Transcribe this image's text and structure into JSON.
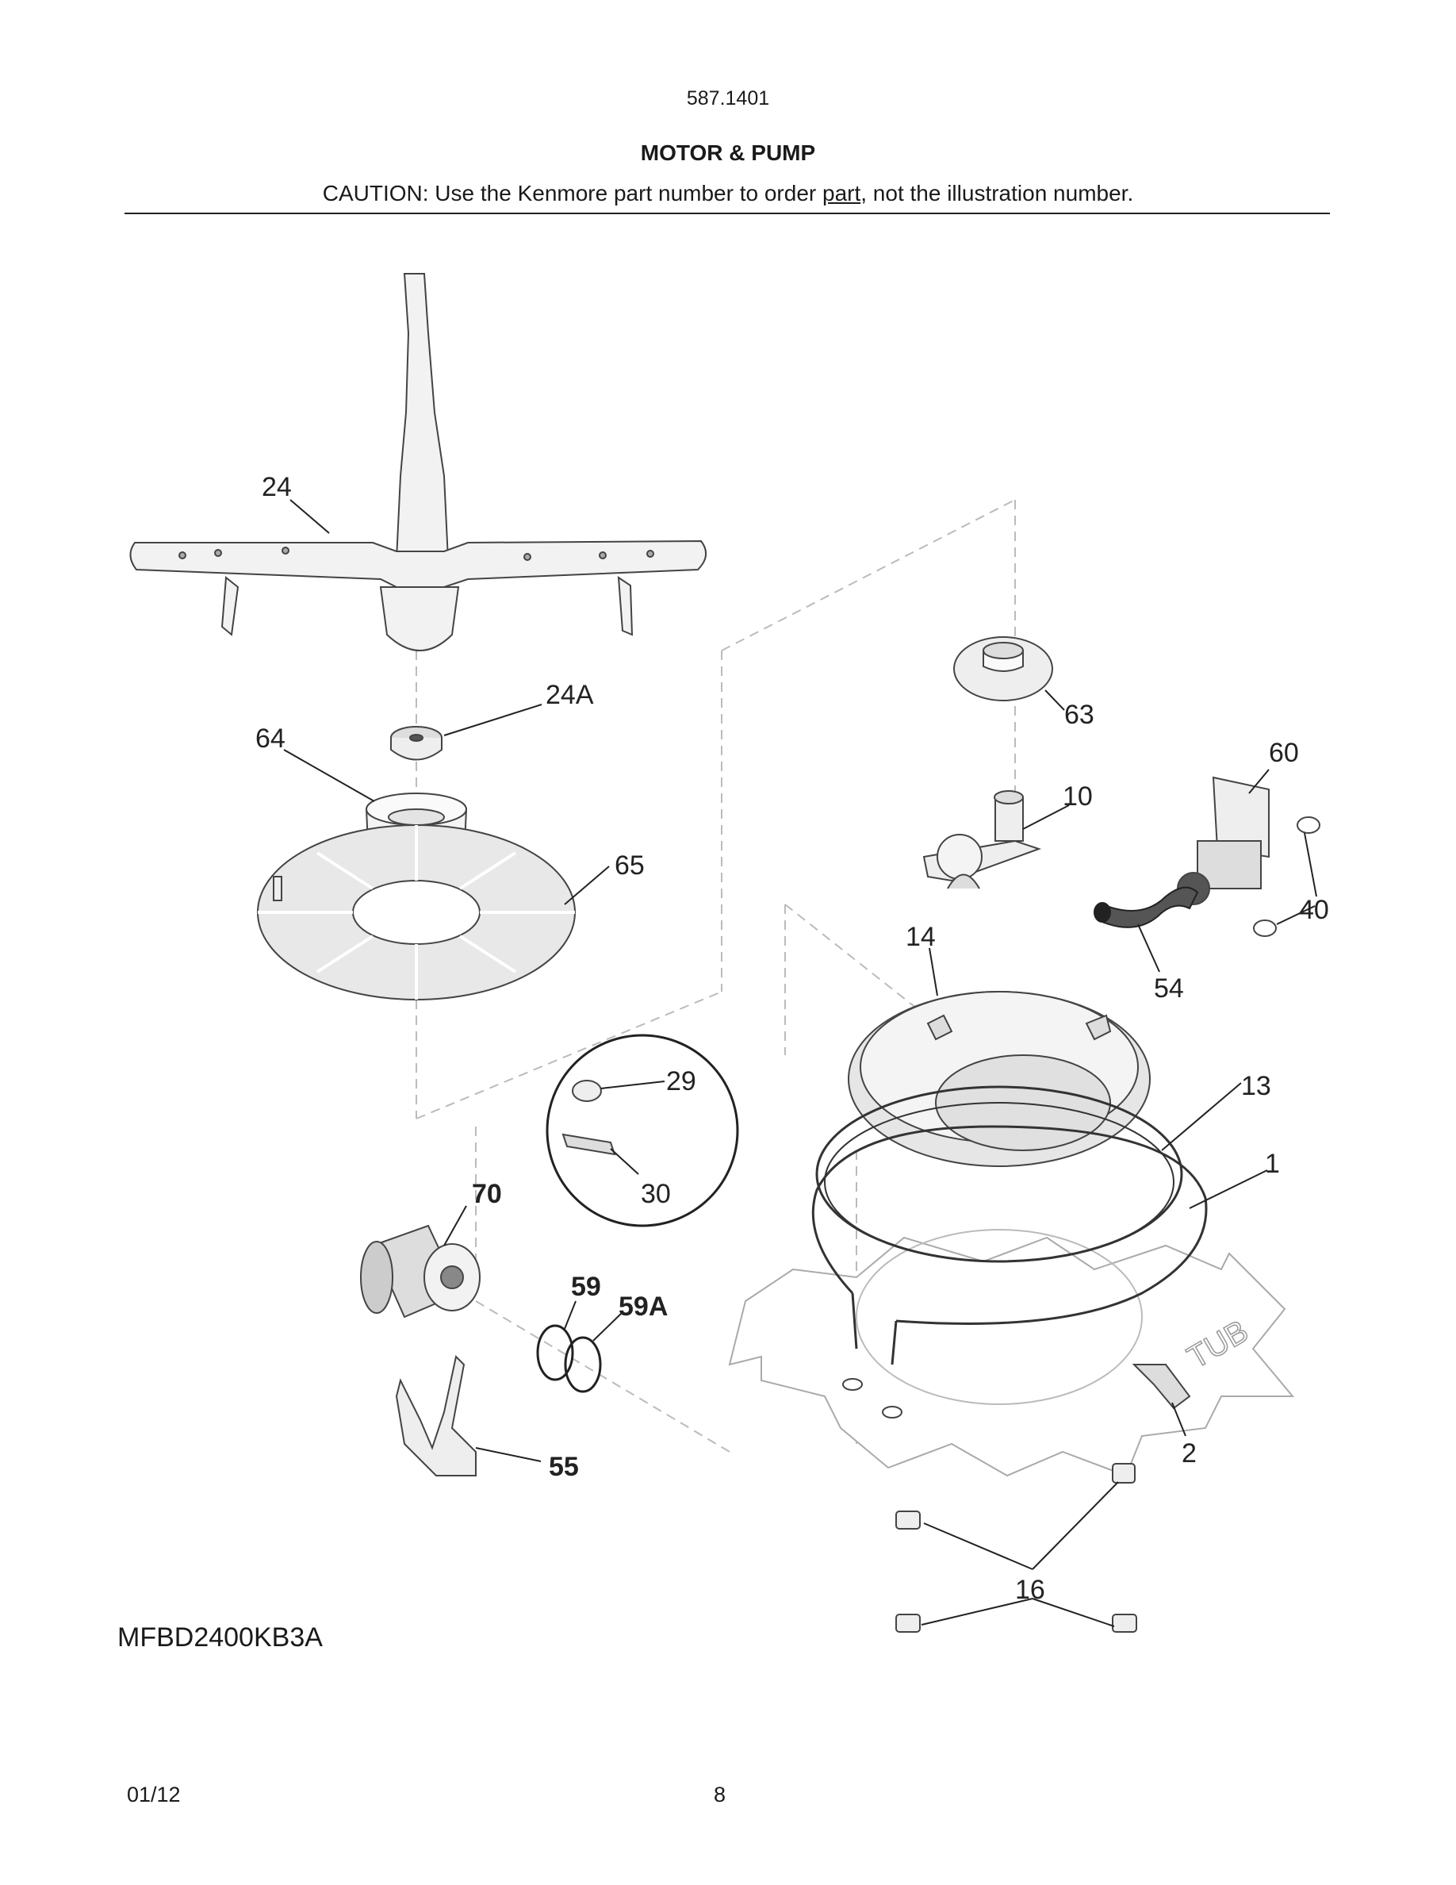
{
  "header": {
    "model_number": "587.1401",
    "title": "MOTOR & PUMP",
    "caution_prefix": "CAUTION: Use the Kenmore part number to order ",
    "caution_underlined": "part",
    "caution_suffix": ", not the illustration number."
  },
  "callouts": {
    "c1": "1",
    "c2": "2",
    "c10": "10",
    "c13": "13",
    "c14": "14",
    "c16": "16",
    "c24": "24",
    "c24a": "24A",
    "c29": "29",
    "c30": "30",
    "c40": "40",
    "c54": "54",
    "c55": "55",
    "c59": "59",
    "c59a": "59A",
    "c60": "60",
    "c63": "63",
    "c64": "64",
    "c65": "65",
    "c70": "70",
    "tub": "TUB"
  },
  "footer": {
    "model_code": "MFBD2400KB3A",
    "date": "01/12",
    "page": "8"
  }
}
